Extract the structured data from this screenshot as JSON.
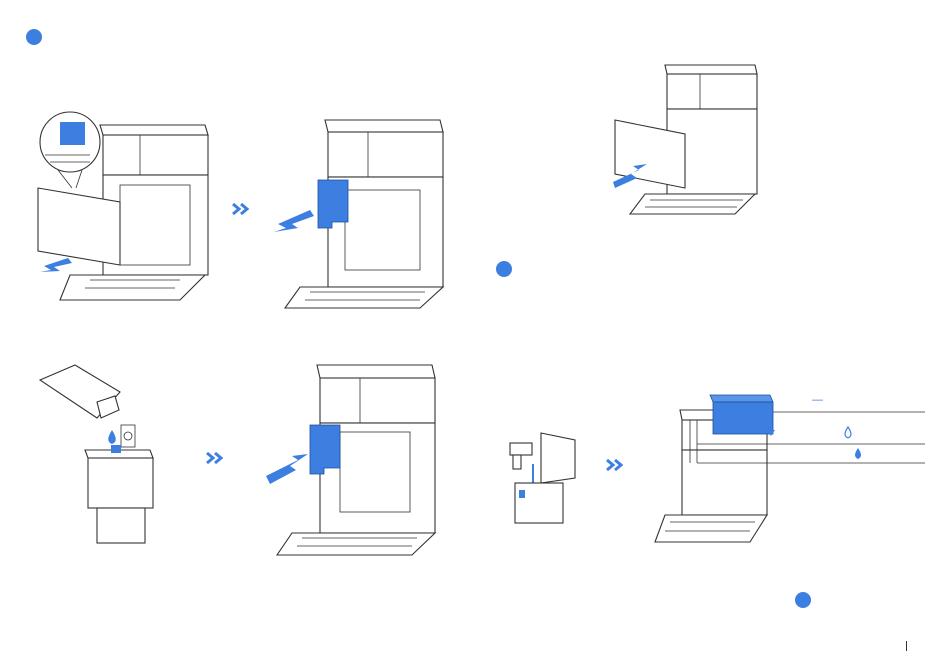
{
  "colors": {
    "accent": "#3d7fe0",
    "line": "#333333",
    "water": "#3d7fe0"
  },
  "icons": {
    "step_marker": "filled-circle",
    "next_arrow": "double-chevron-right",
    "water_drop": "water-drop-icon",
    "water_drop_outline": "water-drop-outline-icon",
    "direction_arrow": "direction-arrow"
  },
  "level_marks": [
    "—"
  ]
}
